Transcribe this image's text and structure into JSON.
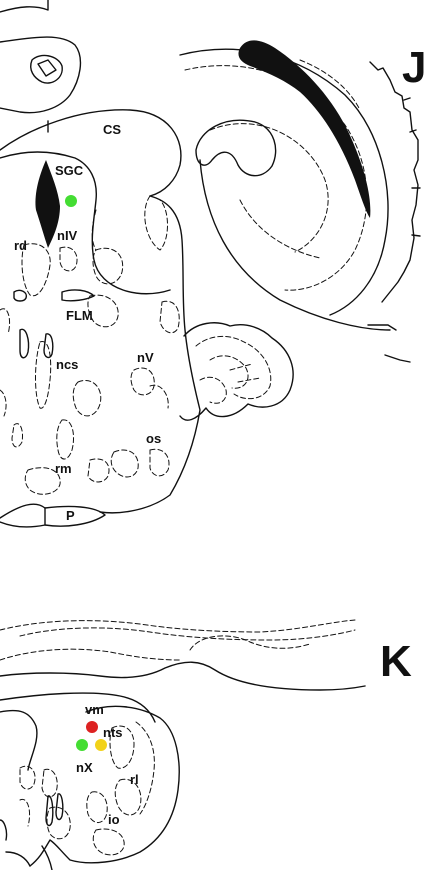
{
  "panels": [
    {
      "id": "J",
      "letter": "J",
      "labels": [
        "CS",
        "SGC",
        "nIV",
        "rd",
        "FLM",
        "ncs",
        "nV",
        "os",
        "rm",
        "P"
      ],
      "markers": [
        {
          "label": "SGC",
          "color": "#44dd33"
        }
      ]
    },
    {
      "id": "K",
      "letter": "K",
      "labels": [
        "vm",
        "nts",
        "nX",
        "rl",
        "io"
      ],
      "markers": [
        {
          "label": "vm",
          "color": "#dd2222"
        },
        {
          "label": "nX",
          "color": "#44dd33"
        },
        {
          "label": "nts",
          "color": "#f2d21a"
        }
      ]
    }
  ]
}
